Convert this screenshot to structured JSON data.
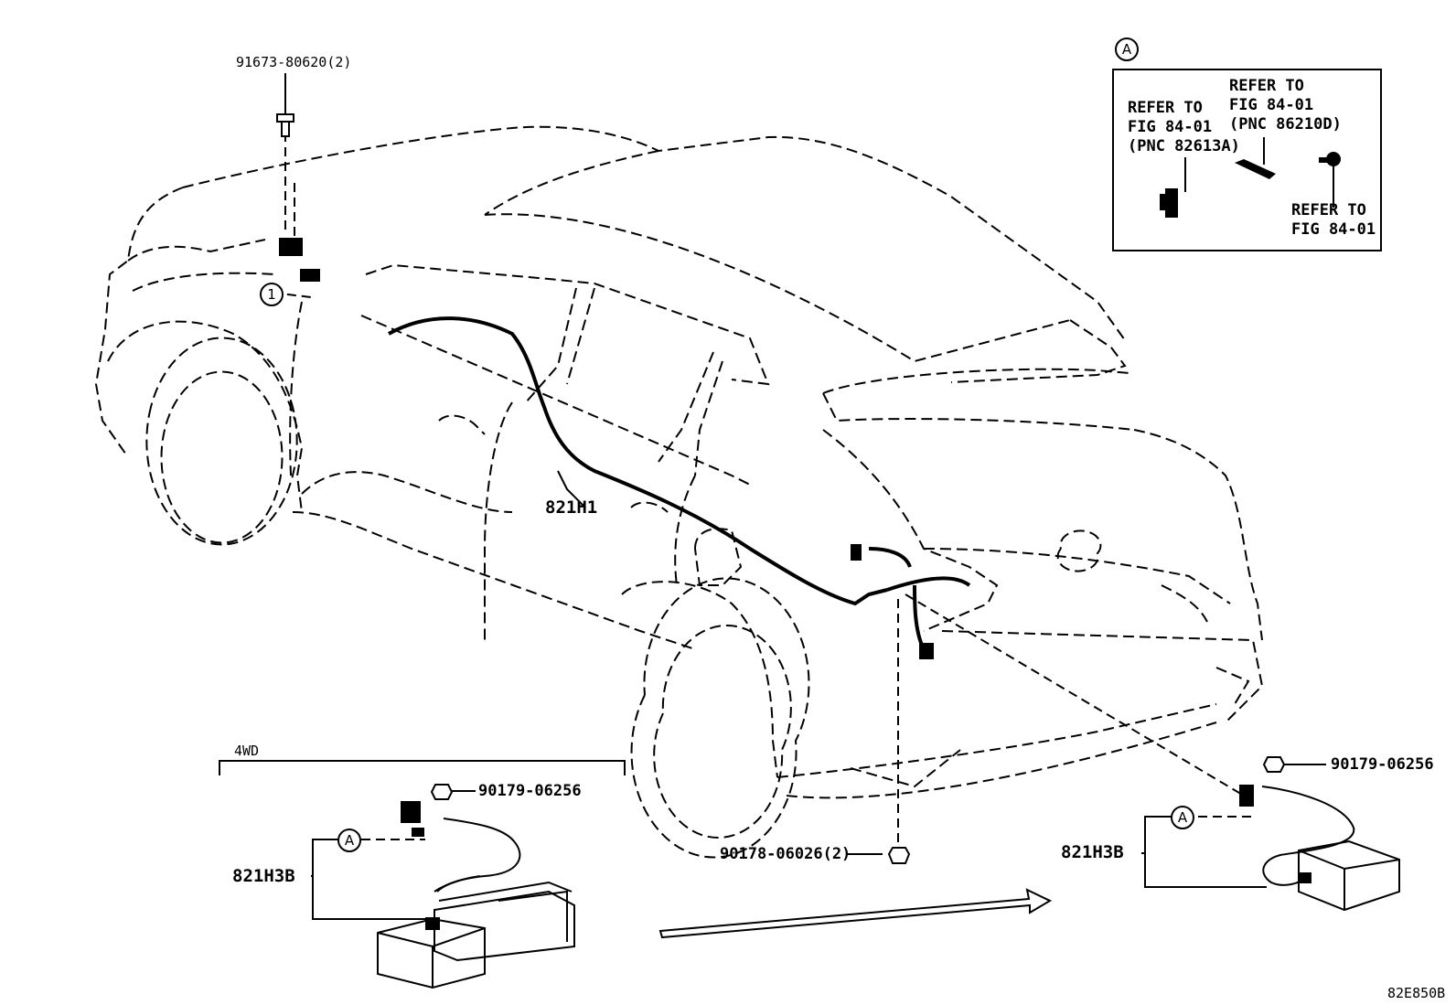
{
  "callouts": {
    "bolt_top": "91673-80620(2)",
    "nut_4wd": "90179-06256",
    "nut_right": "90179-06256",
    "clip_bottom": "90178-06026(2)",
    "harness_main": "821H1",
    "sensor_4wd": "821H3B",
    "sensor_right": "821H3B",
    "variant_label": "4WD",
    "diagram_code": "82E850B"
  },
  "markers": {
    "ref_a": "A",
    "ref_a_4wd": "A",
    "ref_a_right": "A",
    "item_1": "1"
  },
  "reference_box": {
    "header_marker": "A",
    "ref1": [
      "REFER TO",
      "FIG 84-01",
      "(PNC 82613A)"
    ],
    "ref2": [
      "REFER TO",
      "FIG 84-01",
      "(PNC 86210D)"
    ],
    "ref3": [
      "REFER TO",
      "FIG 84-01"
    ]
  },
  "colors": {
    "line": "#000000",
    "background": "#ffffff"
  }
}
